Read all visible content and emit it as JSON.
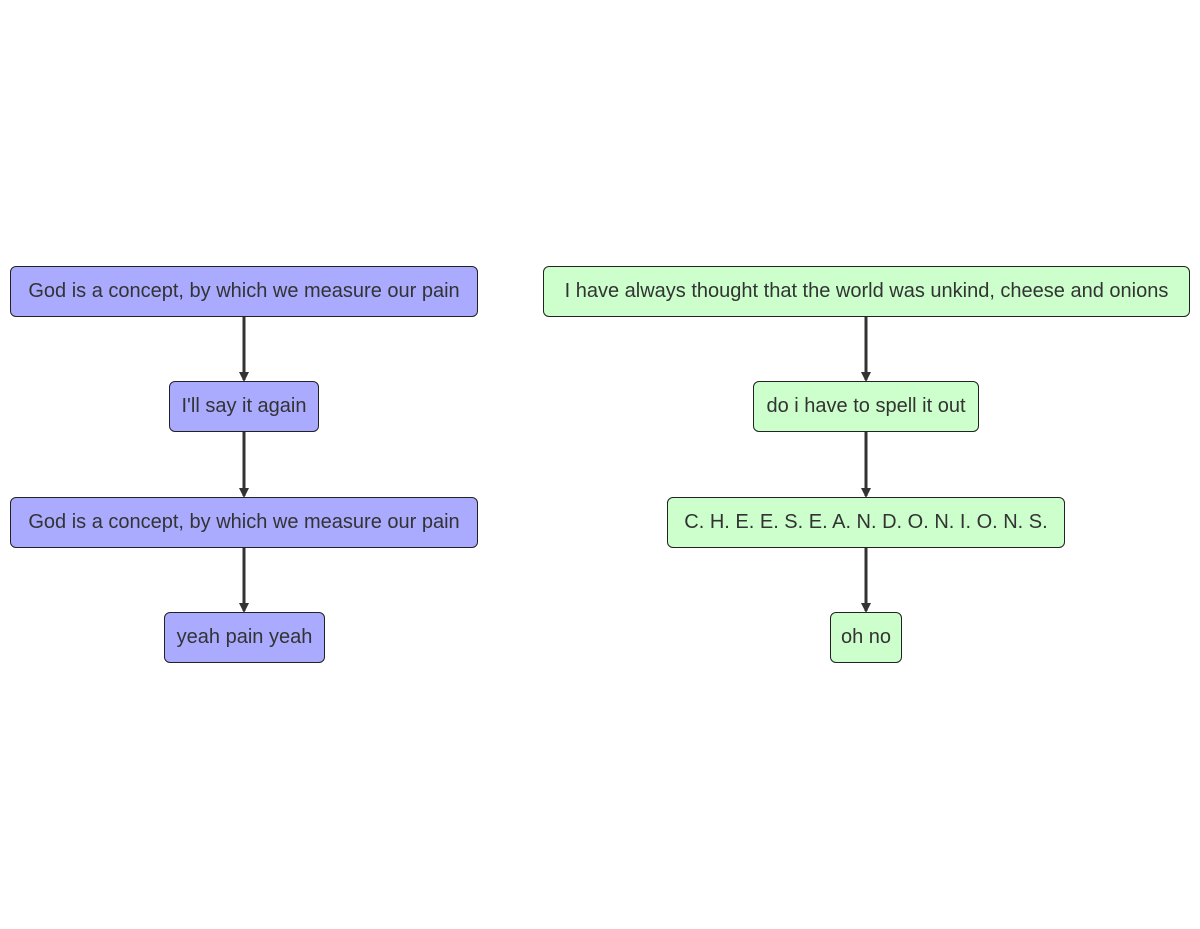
{
  "colors": {
    "left_fill": "#aaaaff",
    "right_fill": "#ccffcc",
    "stroke": "#222222",
    "edge": "#333333"
  },
  "left_flow": {
    "n1": "God is a concept, by which we measure our pain",
    "n2": "I'll say it again",
    "n3": "God is a concept, by which we measure our pain",
    "n4": "yeah pain yeah"
  },
  "right_flow": {
    "n1": "I have always thought that the world was unkind, cheese and onions",
    "n2": "do i have to spell it out",
    "n3": "C. H. E. E. S. E. A. N. D. O. N. I. O. N. S.",
    "n4": "oh no"
  },
  "edges": [
    {
      "from": "left_flow.n1",
      "to": "left_flow.n2"
    },
    {
      "from": "left_flow.n2",
      "to": "left_flow.n3"
    },
    {
      "from": "left_flow.n3",
      "to": "left_flow.n4"
    },
    {
      "from": "right_flow.n1",
      "to": "right_flow.n2"
    },
    {
      "from": "right_flow.n2",
      "to": "right_flow.n3"
    },
    {
      "from": "right_flow.n3",
      "to": "right_flow.n4"
    }
  ]
}
